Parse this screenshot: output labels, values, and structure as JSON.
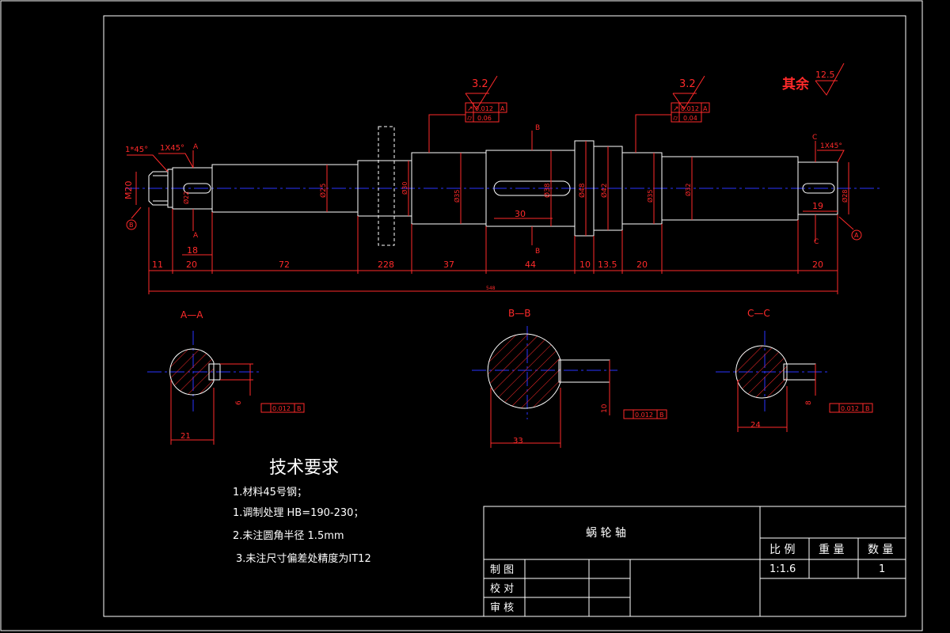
{
  "drawing": {
    "roughness_main": "3.2",
    "roughness_rest_label": "其余",
    "roughness_rest_value": "12.5",
    "tolerances": [
      {
        "symbol": "↗",
        "value": "0.012",
        "datum": "A"
      },
      {
        "symbol": "⌭",
        "value": "0.06"
      },
      {
        "symbol": "↗",
        "value": "0.012",
        "datum": "A"
      },
      {
        "symbol": "⌭",
        "value": "0.04"
      }
    ],
    "chamfers": [
      "1*45°",
      "1X45°",
      "1X45°"
    ],
    "section_markers": [
      "A",
      "A",
      "B",
      "B",
      "C",
      "C"
    ],
    "datums": [
      "B",
      "A"
    ],
    "thread_label": "M20",
    "diameters": [
      "Ø22",
      "Ø25",
      "Ø30",
      "Ø35",
      "Ø38",
      "Ø48",
      "Ø42",
      "Ø35",
      "Ø32",
      "Ø28"
    ],
    "key_lengths": [
      "18",
      "30",
      "19"
    ],
    "segment_dims": [
      "11",
      "20",
      "72",
      "228",
      "37",
      "44",
      "10",
      "13.5",
      "20",
      "20"
    ],
    "total_length": "548"
  },
  "sections": [
    {
      "title": "A—A",
      "width_dim": "21",
      "depth_dim": "6",
      "tol_value": "0.012",
      "tol_datum": "B"
    },
    {
      "title": "B—B",
      "width_dim": "33",
      "depth_dim": "10",
      "tol_value": "0.012",
      "tol_datum": "B"
    },
    {
      "title": "C—C",
      "width_dim": "24",
      "depth_dim": "8",
      "tol_value": "0.012",
      "tol_datum": "B"
    }
  ],
  "tech_requirements": {
    "title": "技术要求",
    "items": [
      "1.材料45号钢；",
      "1.调制处理 HB=190-230；",
      "2.未注圆角半径 1.5mm",
      "3.未注尺寸偏差处精度为IT12"
    ]
  },
  "title_block": {
    "part_name": "蜗 轮 轴",
    "headers": [
      "比 例",
      "重 量",
      "数 量"
    ],
    "scale": "1:1.6",
    "weight": "",
    "quantity": "1",
    "roles": [
      "制 图",
      "校 对",
      "审 核"
    ]
  }
}
